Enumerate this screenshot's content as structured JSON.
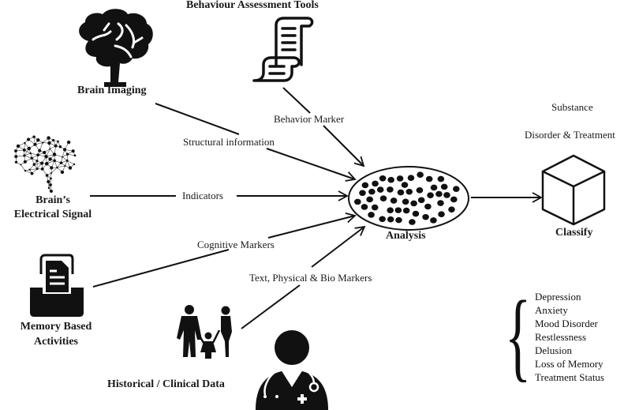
{
  "nodes": {
    "brain_imaging": "Brain Imaging",
    "behaviour_tools": "Behaviour Assessment Tools",
    "electrical_signal_line1": "Brain’s",
    "electrical_signal_line2": "Electrical Signal",
    "memory_line1": "Memory Based",
    "memory_line2": "Activities",
    "historical": "Historical / Clinical Data",
    "analysis": "Analysis",
    "classify": "Classify"
  },
  "edges": {
    "structural": "Structural information",
    "behavior_marker": "Behavior Marker",
    "indicators": "Indicators",
    "cognitive": "Cognitive Markers",
    "text_markers": "Text, Physical & Bio Markers"
  },
  "output": {
    "line1": "Substance",
    "line2": "Disorder & Treatment"
  },
  "conditions": [
    "Depression",
    "Anxiety",
    "Mood Disorder",
    "Restlessness",
    "Delusion",
    "Loss of Memory",
    "Treatment Status"
  ],
  "icons": [
    "brain-icon",
    "scroll-icon",
    "network-brain-icon",
    "file-tray-icon",
    "family-icon",
    "doctor-icon",
    "cube-icon",
    "data-cluster-icon"
  ]
}
